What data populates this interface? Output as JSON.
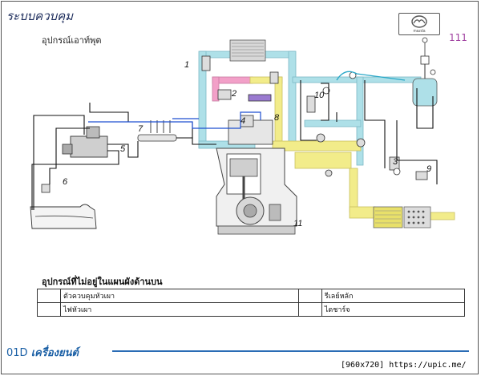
{
  "header": {
    "title": "ระบบควบคุม",
    "subtitle": "อุปกรณ์เอาท์พุต",
    "page_number": "111",
    "brand": "mazda"
  },
  "diagram": {
    "labels": [
      "1",
      "2",
      "3",
      "4",
      "5",
      "6",
      "7",
      "8",
      "9",
      "10",
      "11"
    ],
    "colors": {
      "intake": "#aee0e8",
      "exhaust": "#f2ec8a",
      "egr": "#f2a0c8",
      "control": "#1f4fd0"
    }
  },
  "legend": {
    "heading": "อุปกรณ์ที่ไม่อยู่ในแผนผังด้านบน",
    "rows": [
      {
        "left": "ตัวควบคุมหัวเผา",
        "right": "รีเลย์หลัก"
      },
      {
        "left": "ไฟหัวเผา",
        "right": "ไดชาร์จ"
      }
    ]
  },
  "footer": {
    "code": "01D",
    "section": "เครื่องยนต์",
    "credit": "[960x720] https://upic.me/"
  }
}
